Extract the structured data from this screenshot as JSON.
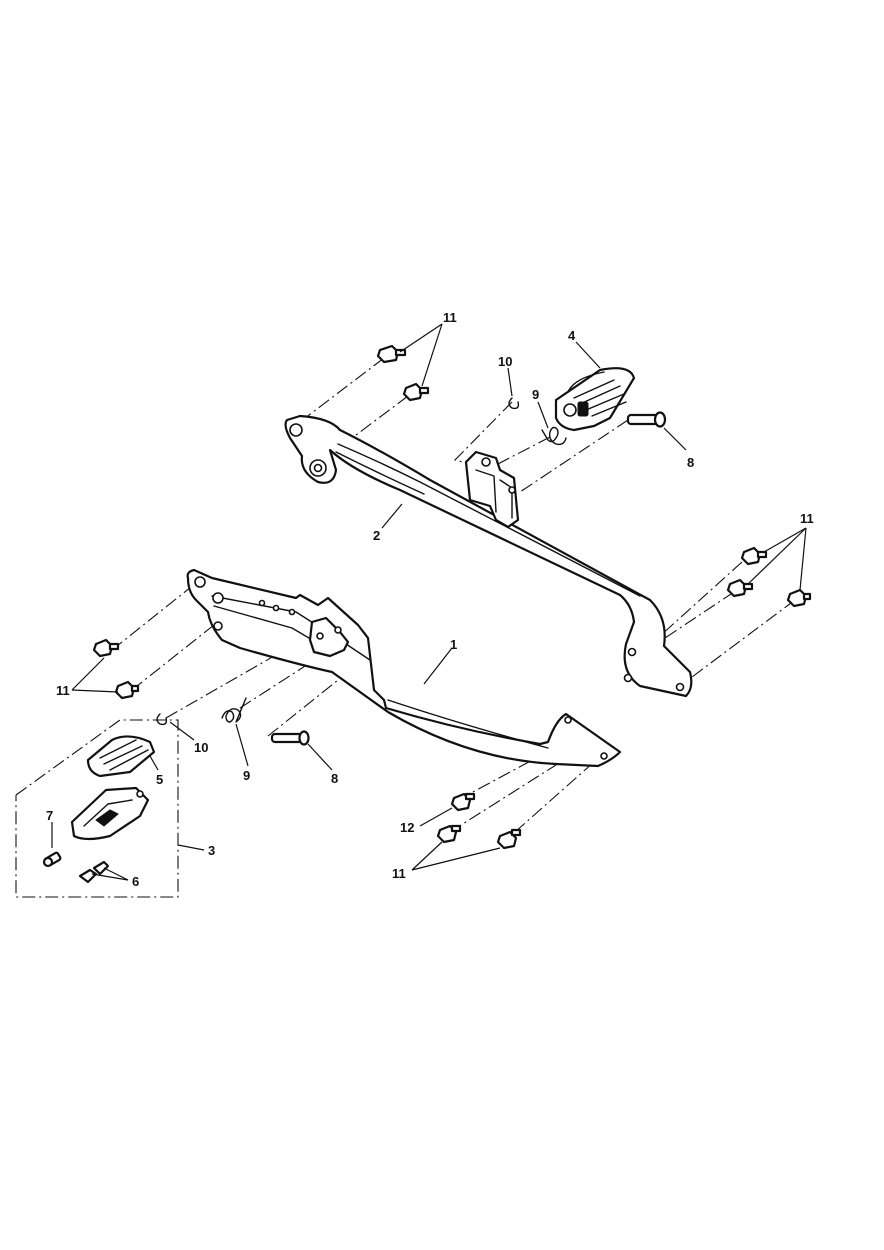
{
  "callouts": {
    "c1": "1",
    "c2": "2",
    "c3": "3",
    "c4": "4",
    "c5": "5",
    "c6": "6",
    "c7": "7",
    "c8_upper": "8",
    "c8_lower": "8",
    "c9_upper": "9",
    "c9_lower": "9",
    "c10_upper": "10",
    "c10_lower": "10",
    "c11_top": "11",
    "c11_right": "11",
    "c11_left": "11",
    "c11_bottom": "11",
    "c12": "12"
  }
}
